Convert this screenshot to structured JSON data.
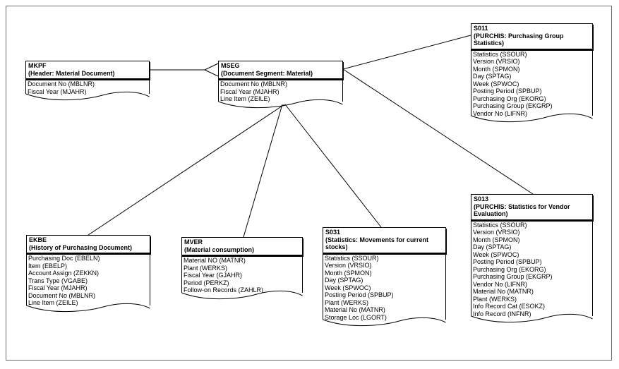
{
  "entities": [
    {
      "id": "mkpf",
      "code": "MKPF",
      "title_lines": [
        "(Header: Material Document)"
      ],
      "fields": [
        "Document No (MBLNR)",
        "Fiscal Year (MJAHR)"
      ]
    },
    {
      "id": "mseg",
      "code": "MSEG",
      "title_lines": [
        "(Document Segment: Material)"
      ],
      "fields": [
        "Document No (MBLNR)",
        "Fiscal Year (MJAHR)",
        "Line Item (ZEILE)"
      ]
    },
    {
      "id": "s011",
      "code": "S011",
      "title_lines": [
        "(PURCHIS: Purchasing Group",
        "Statistics)"
      ],
      "fields": [
        "Statistics (SSOUR)",
        "Version (VRSIO)",
        "Month (SPMON)",
        "Day (SPTAG)",
        "Week (SPWOC)",
        "Posting Period (SPBUP)",
        "Purchasing Org (EKORG)",
        "Purchasing Group (EKGRP)",
        "Vendor No (LIFNR)"
      ]
    },
    {
      "id": "ekbe",
      "code": "EKBE",
      "title_lines": [
        "(History of Purchasing Document)"
      ],
      "fields": [
        "Purchasing Doc (EBELN)",
        "Item (EBELP)",
        "Account Assign (ZEKKN)",
        "Trans Type (VGABE)",
        "Fiscal Year (MJAHR)",
        "Document No (MBLNR)",
        "Line Item (ZEILE)"
      ]
    },
    {
      "id": "mver",
      "code": "MVER",
      "title_lines": [
        "(Material consumption)"
      ],
      "fields": [
        "Material NO (MATNR)",
        "Plant (WERKS)",
        "Fiscal Year (GJAHR)",
        "Period (PERKZ)",
        "Follow-on Records (ZAHLR)"
      ]
    },
    {
      "id": "s031",
      "code": "S031",
      "title_lines": [
        "(Statistics: Movements for current",
        "stocks)"
      ],
      "fields": [
        "Statistics (SSOUR)",
        "Version (VRSIO)",
        "Month (SPMON)",
        "Day (SPTAG)",
        "Week (SPWOC)",
        "Posting Period (SPBUP)",
        "Plant (WERKS)",
        "Material No (MATNR)",
        "Storage Loc (LGORT)"
      ]
    },
    {
      "id": "s013",
      "code": "S013",
      "title_lines": [
        "(PURCHIS: Statistics for Vendor",
        "Evaluation)"
      ],
      "fields": [
        "Statistics (SSOUR)",
        "Version (VRSIO)",
        "Month (SPMON)",
        "Day (SPTAG)",
        "Week (SPWOC)",
        "Posting Period (SPBUP)",
        "Purchasing Org (EKORG)",
        "Purchasing Group (EKGRP)",
        "Vendor No (LIFNR)",
        "Material No (MATNR)",
        "Plant (WERKS)",
        "Info Record Cat (ESOKZ)",
        "Info Record (INFNR)"
      ]
    }
  ],
  "relationships": [
    {
      "from": "mkpf",
      "to": "mseg",
      "crow_foot": "mseg"
    },
    {
      "from": "mseg",
      "to": "s011"
    },
    {
      "from": "mseg",
      "to": "s013"
    },
    {
      "from": "mseg",
      "to": "ekbe"
    },
    {
      "from": "mseg",
      "to": "mver"
    },
    {
      "from": "mseg",
      "to": "s031"
    }
  ]
}
